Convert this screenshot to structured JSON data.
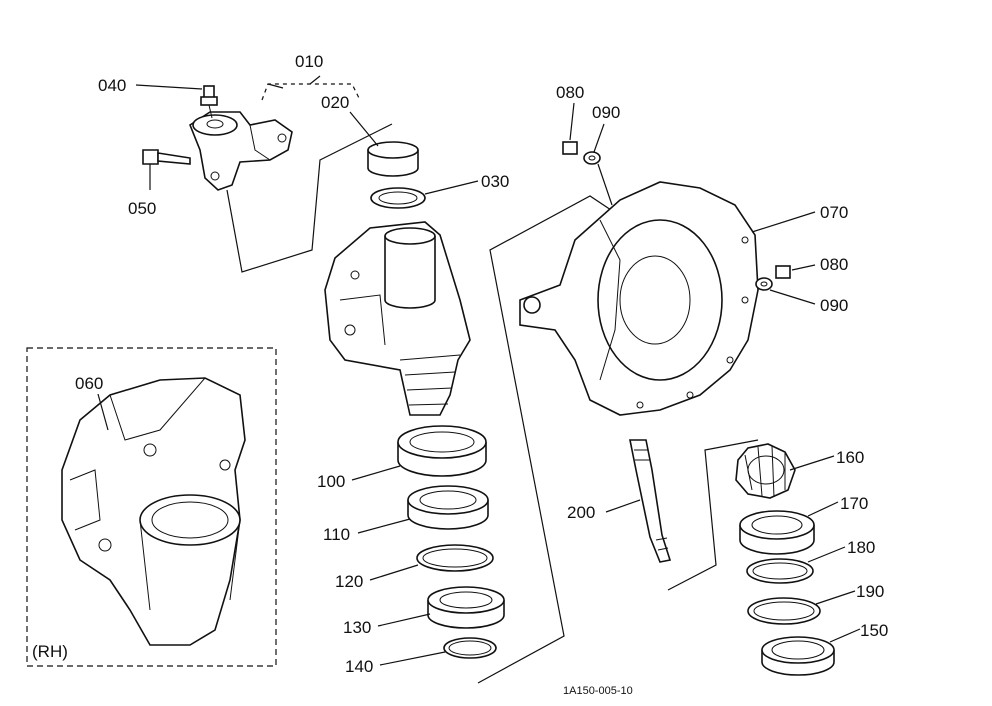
{
  "diagram": {
    "callouts": {
      "c010": "010",
      "c020": "020",
      "c030": "030",
      "c040": "040",
      "c050": "050",
      "c060": "060",
      "c070": "070",
      "c080a": "080",
      "c090a": "090",
      "c080b": "080",
      "c090b": "090",
      "c100": "100",
      "c110": "110",
      "c120": "120",
      "c130": "130",
      "c140": "140",
      "c150": "150",
      "c160": "160",
      "c170": "170",
      "c180": "180",
      "c190": "190",
      "c200": "200"
    },
    "inset_label": "(RH)",
    "figure_code": "1A150-005-10"
  }
}
